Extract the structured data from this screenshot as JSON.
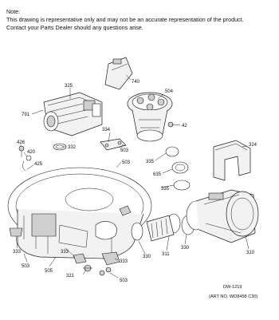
{
  "note": {
    "heading": "Note:",
    "line1": "This drawing is representative only and may not be an accurate representation of the product.",
    "line2": "Contact your Parts Dealer should any questions arise."
  },
  "callouts": {
    "c325": "325",
    "c740": "740",
    "c504": "504",
    "c791": "791",
    "c42": "42",
    "c334": "334",
    "c426": "426",
    "c420": "420",
    "c332": "332",
    "c503a": "503",
    "c324": "324",
    "c503b": "503",
    "c425": "425",
    "c335a": "335",
    "c635": "635",
    "c335b": "335",
    "c333a": "333",
    "c333b": "333",
    "c503c": "503",
    "c505": "505",
    "c330a": "330",
    "c311": "311",
    "c330b": "330",
    "c310": "310",
    "c333c": "333",
    "c321": "321",
    "c503d": "503"
  },
  "footer": {
    "drawing_id": "DW-1219",
    "art_no": "(ART NO. WD8458 C30)"
  }
}
